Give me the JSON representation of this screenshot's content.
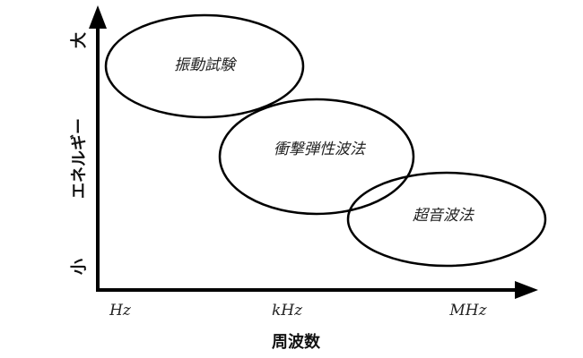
{
  "diagram": {
    "y_axis": {
      "label": "エネルギー",
      "high": "大",
      "low": "小"
    },
    "x_axis": {
      "label": "周波数",
      "ticks": [
        "Hz",
        "kHz",
        "MHz"
      ]
    },
    "regions": [
      {
        "label": "振動試験"
      },
      {
        "label": "衝撃弾性波法"
      },
      {
        "label": "超音波法"
      }
    ],
    "colors": {
      "stroke": "#000000",
      "background": "#ffffff"
    }
  }
}
